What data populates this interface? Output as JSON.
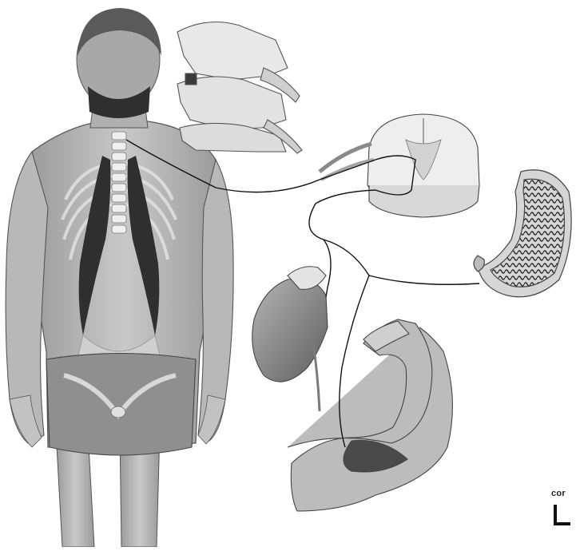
{
  "figure": {
    "corner_label": "cor",
    "colors": {
      "skin": "#bdbdbd",
      "skin_dark": "#8f8f8f",
      "hair": "#5a5a5a",
      "muscle": "#2f2f2f",
      "bone": "#ececec",
      "nerve_line": "#111111",
      "stomach_lining": "#4a4a4a",
      "kidney": "#8a8a8a"
    },
    "parts": [
      "human-back",
      "cervical-vertebrae",
      "spinal-cord-section",
      "stomach",
      "kidney-with-adrenal",
      "flexed-arm"
    ]
  }
}
